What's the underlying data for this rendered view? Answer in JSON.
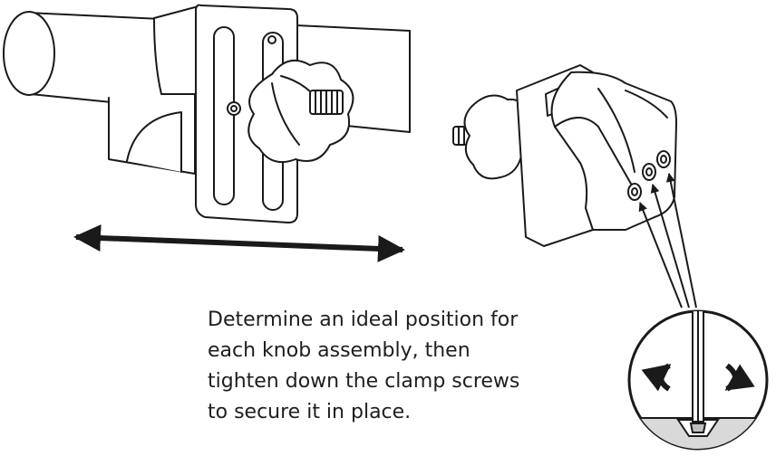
{
  "instruction": {
    "lines": [
      "Determine an ideal position for",
      "each knob assembly, then",
      "tighten down the clamp screws",
      "to secure it in place."
    ]
  },
  "colors": {
    "line": "#1a1a1a",
    "fill": "#ffffff",
    "shade": "#d9d9d9",
    "text": "#1e1e1e"
  },
  "icons": {
    "slide_arrow": "double-headed-arrow-icon",
    "rotate_arrows": "rotation-arrows-icon",
    "pointer_arrows": "pointer-arrow-icon"
  }
}
